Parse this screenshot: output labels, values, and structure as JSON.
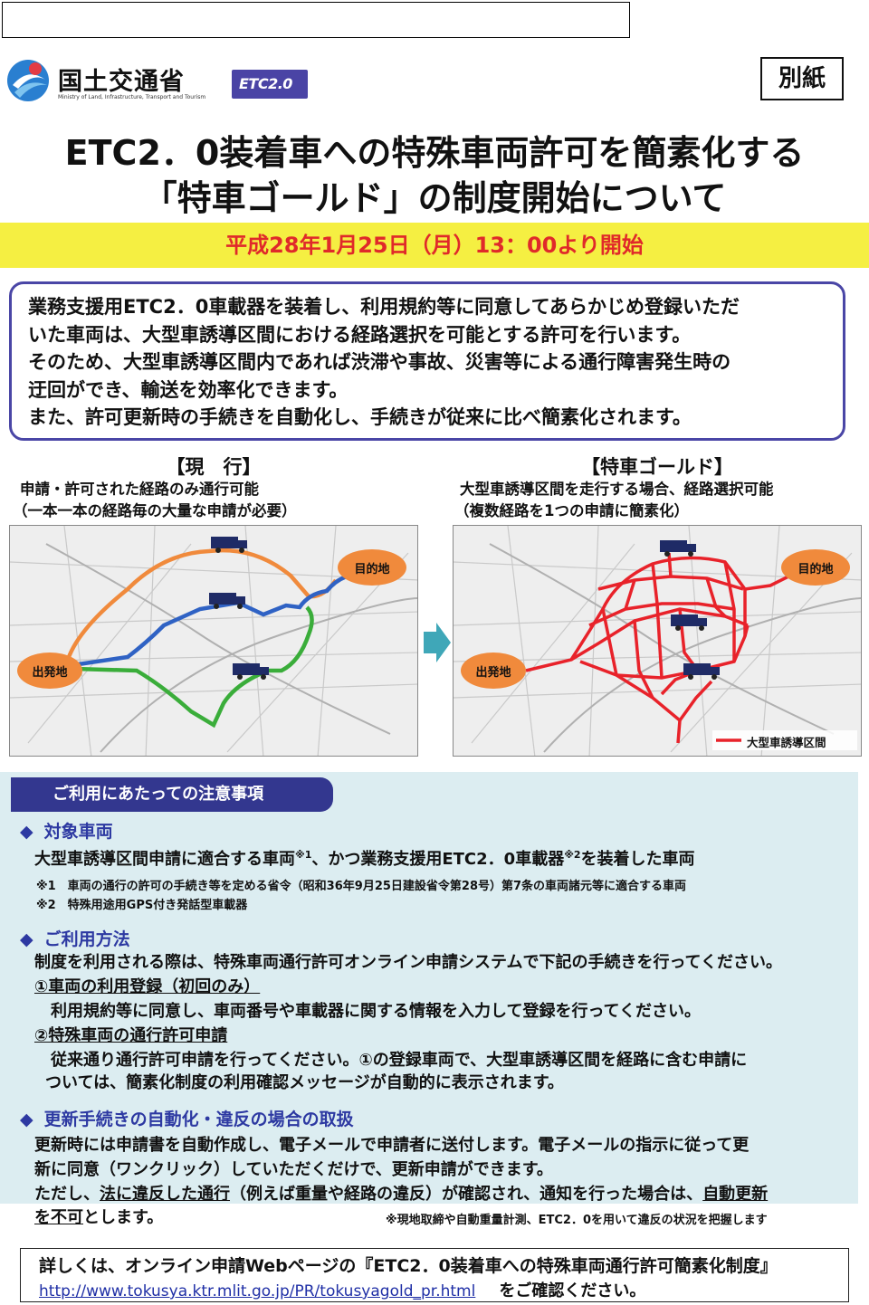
{
  "header": {
    "mlit_logo_name": "国土交通省",
    "mlit_logo_sub": "Ministry of Land, Infrastructure, Transport and Tourism",
    "etc_logo_text": "ETC2.0",
    "attachment_label": "別紙"
  },
  "title": {
    "line1": "ETC2．0装着車への特殊車両許可を簡素化する",
    "line2": "「特車ゴールド」の制度開始について"
  },
  "start_banner": "平成28年1月25日（月）13：00より開始",
  "intro": {
    "lines": [
      "業務支援用ETC2．0車載器を装着し、利用規約等に同意してあらかじめ登録いただ",
      "いた車両は、大型車誘導区間における経路選択を可能とする許可を行います。",
      "そのため、大型車誘導区間内であれば渋滞や事故、災害等による通行障害発生時の",
      "迂回ができ、輸送を効率化できます。",
      "また、許可更新時の手続きを自動化し、手続きが従来に比べ簡素化されます。"
    ]
  },
  "comparison": {
    "current": {
      "heading": "【現　行】",
      "desc1": "申請・許可された経路のみ通行可能",
      "desc2": "（一本一本の経路毎の大量な申請が必要）",
      "origin_label": "出発地",
      "destination_label": "目的地"
    },
    "gold": {
      "heading": "【特車ゴールド】",
      "desc1": "大型車誘導区間を走行する場合、経路選択可能",
      "desc2": "（複数経路を1つの申請に簡素化）",
      "origin_label": "出発地",
      "destination_label": "目的地",
      "legend_label": "大型車誘導区間"
    }
  },
  "notes": {
    "tab_title": "ご利用にあたっての注意事項",
    "target": {
      "heading": "対象車両",
      "text_a": "大型車誘導区間申請に適合する車両",
      "sup1": "※1",
      "text_b": "、かつ業務支援用ETC2．0車載器",
      "sup2": "※2",
      "text_c": "を装着した車両",
      "note1": "※1　車両の通行の許可の手続き等を定める省令（昭和36年9月25日建設省令第28号）第7条の車両諸元等に適合する車両",
      "note2": "※2　特殊用途用GPS付き発話型車載器"
    },
    "usage": {
      "heading": "ご利用方法",
      "intro": "制度を利用される際は、特殊車両通行許可オンライン申請システムで下記の手続きを行ってください。",
      "step1_title": "①車両の利用登録（初回のみ）",
      "step1_text": "利用規約等に同意し、車両番号や車載器に関する情報を入力して登録を行ってください。",
      "step2_title": "②特殊車両の通行許可申請",
      "step2_text1": "従来通り通行許可申請を行ってください。①の登録車両で、大型車誘導区間を経路に含む申請に",
      "step2_text2": "ついては、簡素化制度の利用確認メッセージが自動的に表示されます。"
    },
    "renewal": {
      "heading": "更新手続きの自動化・違反の場合の取扱",
      "line1": "更新時には申請書を自動作成し、電子メールで申請者に送付します。電子メールの指示に従って更",
      "line2": "新に同意（ワンクリック）していただくだけで、更新申請ができます。",
      "line3_a": "ただし、",
      "line3_b": "法に違反した通行",
      "line3_c": "（例えば重量や経路の違反）が確認され、通知を行った場合は、",
      "line3_d": "自動更新",
      "line4_a": "を不可",
      "line4_b": "とします。",
      "footnote": "※現地取締や自動重量計測、ETC2．0を用いて違反の状況を把握します"
    }
  },
  "footer": {
    "line1": "詳しくは、オンライン申請Webページの『ETC2．0装着車への特殊車両通行許可簡素化制度』",
    "url": "http://www.tokusya.ktr.mlit.go.jp/PR/tokusyagold_pr.html",
    "line2_rest": "をご確認ください。"
  },
  "colors": {
    "accent_navy": "#33378f",
    "banner_yellow": "#f5ef42",
    "banner_red": "#e0292a",
    "route_orange": "#f08a3c",
    "route_blue": "#2f62c4",
    "route_green": "#3aad3a",
    "route_red": "#e8222a",
    "notice_bg": "#dcedf1"
  },
  "icons": [
    "mlit-logo-icon",
    "etc-logo-icon",
    "truck-icon",
    "arrow-right-icon",
    "diamond-bullet-icon"
  ]
}
